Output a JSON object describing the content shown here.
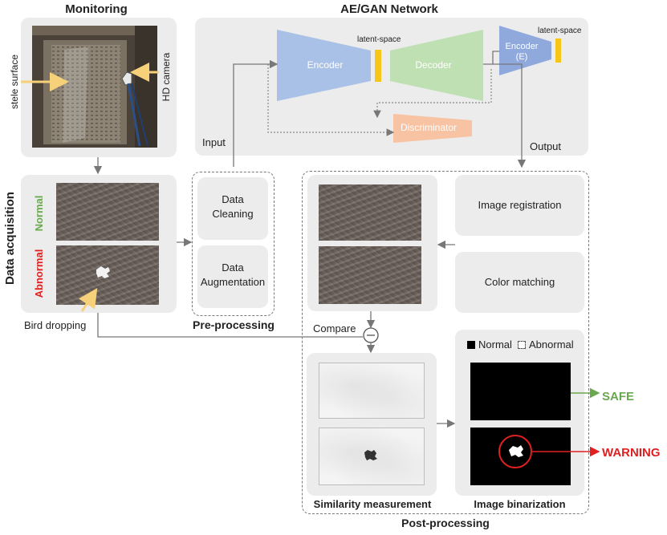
{
  "sections": {
    "monitoring": "Monitoring",
    "network": "AE/GAN Network",
    "data_acquisition": "Data acquisition",
    "pre_processing": "Pre-processing",
    "post_processing": "Post-processing"
  },
  "monitoring": {
    "stele_surface": "stele surface",
    "hd_camera": "HD camera"
  },
  "acquisition": {
    "normal": "Normal",
    "abnormal": "Abnormal",
    "bird_dropping": "Bird dropping"
  },
  "preprocessing": {
    "cleaning": "Data Cleaning",
    "cleaning_l1": "Data",
    "cleaning_l2": "Cleaning",
    "augmentation_l1": "Data",
    "augmentation_l2": "Augmentation"
  },
  "network": {
    "encoder": "Encoder",
    "decoder": "Decoder",
    "latent_space_1": "latent-space",
    "latent_space_2": "latent-space",
    "encoder_e_l1": "Encoder",
    "encoder_e_l2": "(E)",
    "discriminator": "Discriminator",
    "input": "Input",
    "output": "Output"
  },
  "postprocessing": {
    "image_registration": "Image registration",
    "color_matching": "Color matching",
    "compare": "Compare",
    "similarity": "Similarity measurement",
    "binarization": "Image binarization",
    "legend_normal": "Normal",
    "legend_abnormal": "Abnormal"
  },
  "outcomes": {
    "safe": "SAFE",
    "warning": "WARNING"
  },
  "colors": {
    "encoder": "#a9c1e6",
    "decoder": "#bfe0b2",
    "encoder_e": "#8fa9dd",
    "discriminator": "#f7c3a3",
    "latent": "#f5c518",
    "normal_green": "#6aa84f",
    "abnormal_red": "#e02020",
    "safe_green": "#6aa84f",
    "warning_red": "#e02020"
  }
}
